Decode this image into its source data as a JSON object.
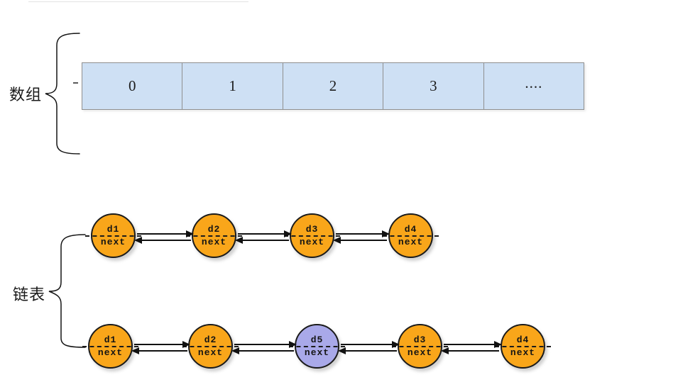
{
  "array_section": {
    "label": "数组",
    "cells": [
      "0",
      "1",
      "2",
      "3",
      "...."
    ]
  },
  "list_section": {
    "label": "链表",
    "rows": [
      {
        "nodes": [
          {
            "label": "d1",
            "sublabel": "next",
            "type": "orange"
          },
          {
            "label": "d2",
            "sublabel": "next",
            "type": "orange"
          },
          {
            "label": "d3",
            "sublabel": "next",
            "type": "orange"
          },
          {
            "label": "d4",
            "sublabel": "next",
            "type": "orange"
          }
        ]
      },
      {
        "nodes": [
          {
            "label": "d1",
            "sublabel": "next",
            "type": "orange"
          },
          {
            "label": "d2",
            "sublabel": "next",
            "type": "orange"
          },
          {
            "label": "d5",
            "sublabel": "next",
            "type": "purple"
          },
          {
            "label": "d3",
            "sublabel": "next",
            "type": "orange"
          },
          {
            "label": "d4",
            "sublabel": "next",
            "type": "orange"
          }
        ]
      }
    ]
  },
  "colors": {
    "node_orange": "#F9A61A",
    "node_purple": "#A9A9E9",
    "array_cell_blue": "#CEE0F4",
    "cell_border_gray": "#8F8F8F",
    "line_black": "#111111"
  }
}
